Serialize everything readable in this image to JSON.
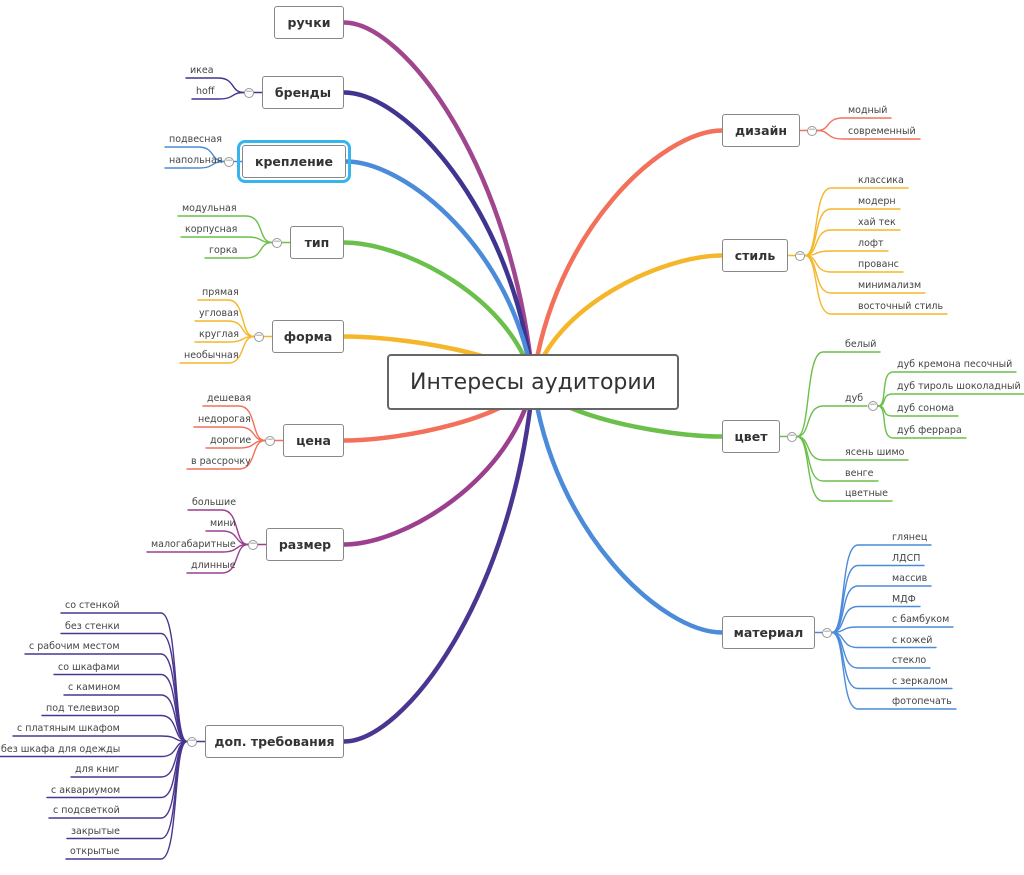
{
  "center": {
    "label": "Интересы аудитории"
  },
  "left": [
    {
      "key": "ruchki",
      "label": "ручки",
      "color": "#a0468e",
      "leaves": []
    },
    {
      "key": "brendy",
      "label": "бренды",
      "color": "#3f3591",
      "leaves": [
        "икеа",
        "hoff"
      ]
    },
    {
      "key": "kreplenie",
      "label": "крепление",
      "color": "#4b8bd9",
      "selected": true,
      "leaves": [
        "подвесная",
        "напольная"
      ]
    },
    {
      "key": "tip",
      "label": "тип",
      "color": "#6bbf4b",
      "leaves": [
        "модульная",
        "корпусная",
        "горка"
      ]
    },
    {
      "key": "forma",
      "label": "форма",
      "color": "#f5b62a",
      "leaves": [
        "прямая",
        "угловая",
        "круглая",
        "необычная"
      ]
    },
    {
      "key": "tsena",
      "label": "цена",
      "color": "#f3705b",
      "leaves": [
        "дешевая",
        "недорогая",
        "дорогие",
        "в рассрочку"
      ]
    },
    {
      "key": "razmer",
      "label": "размер",
      "color": "#9c3f8e",
      "leaves": [
        "большие",
        "мини",
        "малогабаритные",
        "длинные"
      ]
    },
    {
      "key": "dop",
      "label": "доп. требования",
      "color": "#4a3591",
      "leaves": [
        "со стенкой",
        "без стенки",
        "с рабочим местом",
        "со шкафами",
        "с камином",
        "под телевизор",
        "с платяным шкафом",
        "без шкафа для одежды",
        "для книг",
        "с аквариумом",
        "с подсветкой",
        "закрытые",
        "открытые"
      ]
    }
  ],
  "right": [
    {
      "key": "dizain",
      "label": "дизайн",
      "color": "#f3705b",
      "leaves": [
        "модный",
        "современный"
      ]
    },
    {
      "key": "stil",
      "label": "стиль",
      "color": "#f5b62a",
      "leaves": [
        "классика",
        "модерн",
        "хай тек",
        "лофт",
        "прованс",
        "минимализм",
        "восточный стиль"
      ]
    },
    {
      "key": "tsvet",
      "label": "цвет",
      "color": "#6bbf4b",
      "leaves": [
        "белый",
        "дуб",
        "ясень шимо",
        "венге",
        "цветные"
      ],
      "sub": {
        "parent": "дуб",
        "leaves": [
          "дуб кремона песочный",
          "дуб тироль шоколадный",
          "дуб сонома",
          "дуб феррара"
        ]
      }
    },
    {
      "key": "material",
      "label": "материал",
      "color": "#4b8bd9",
      "leaves": [
        "глянец",
        "ЛДСП",
        "массив",
        "МДФ",
        "с бамбуком",
        "с кожей",
        "стекло",
        "с зеркалом",
        "фотопечать"
      ]
    }
  ]
}
